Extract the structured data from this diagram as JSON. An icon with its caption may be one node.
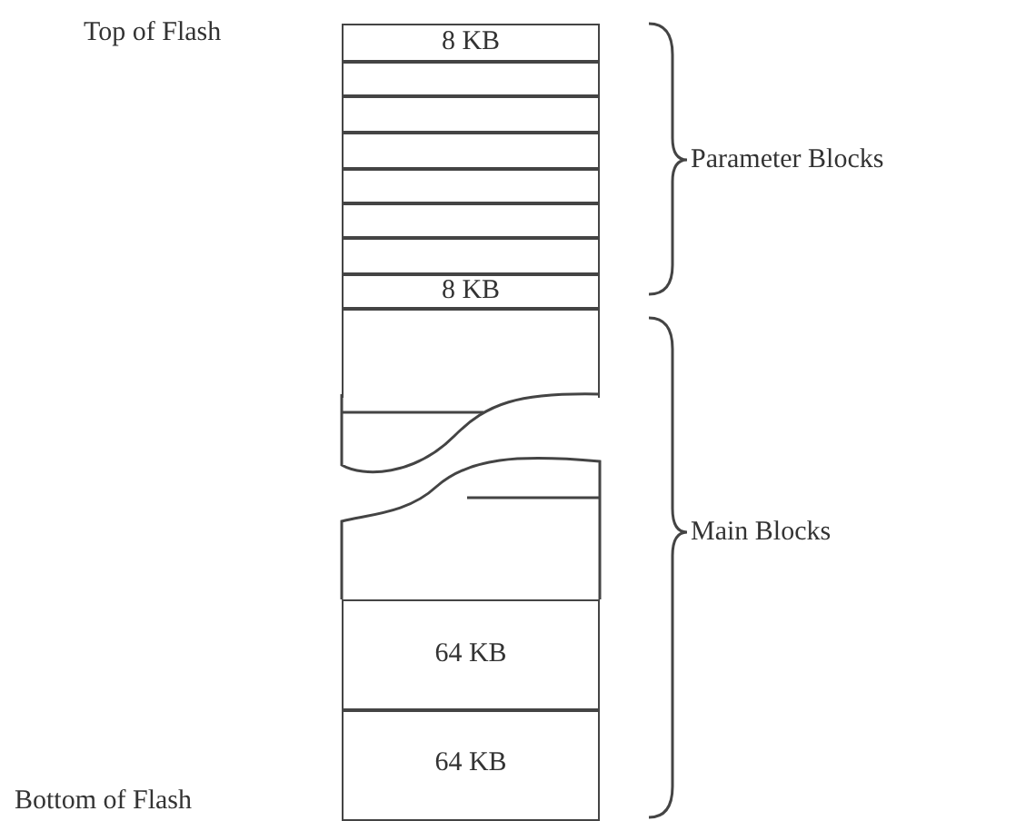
{
  "diagram": {
    "nodes": [
      {
        "text": [
          "8 KB"
        ]
      },
      {
        "text": [],
        "shape": "box"
      },
      {
        "text": [],
        "shape": "box"
      },
      {
        "text": [],
        "shape": "box"
      },
      {
        "text": [],
        "shape": "box"
      },
      {
        "text": [],
        "shape": "box"
      },
      {
        "text": [],
        "shape": "box"
      },
      {
        "text": [
          "8 KB"
        ]
      },
      {
        "text": [],
        "shape": "box"
      },
      {
        "text": [
          "64 KB"
        ]
      },
      {
        "text": [
          "64 KB"
        ]
      }
    ],
    "labels": [
      "Top of Flash",
      "Parameter Blocks",
      "Main Blocks",
      "Bottom of Flash"
    ]
  }
}
